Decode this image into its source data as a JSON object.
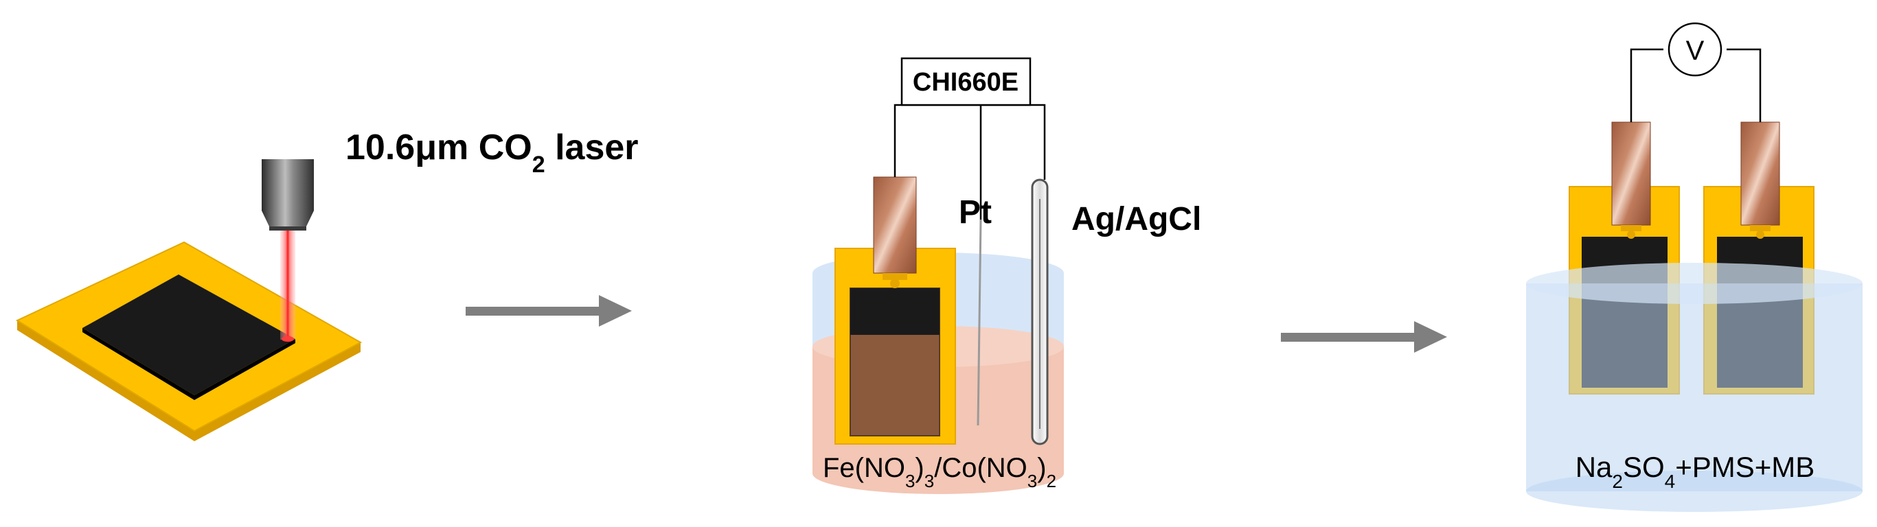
{
  "panel1": {
    "laser_label_prefix": "10.6μm CO",
    "laser_label_sub": "2",
    "laser_label_suffix": " laser"
  },
  "panel2": {
    "instrument_label": "CHI660E",
    "counter_electrode_label": "Pt",
    "reference_electrode_label": "Ag/AgCl",
    "solution": {
      "p1": "Fe(NO",
      "s1": "3",
      "p2": ")",
      "s2": "3",
      "p3": "/Co(NO",
      "s3": "3",
      "p4": ")",
      "s4": "2"
    }
  },
  "panel3": {
    "meter_label": "V",
    "solution": {
      "p1": "Na",
      "s1": "2",
      "p2": "SO",
      "s2": "4",
      "p3": "+PMS+MB"
    }
  },
  "colors": {
    "polyimide": "#FFC000",
    "lig_black": "#1a1a1a",
    "copper": "#B87355",
    "water_blue": "#CFE2F7",
    "precursor_pink": "#F2C1AE",
    "arrow_gray": "#7F7F7F",
    "laser_red": "#FF6666"
  },
  "icons": [
    "laser-head-icon",
    "process-arrow-icon",
    "voltmeter-icon"
  ]
}
